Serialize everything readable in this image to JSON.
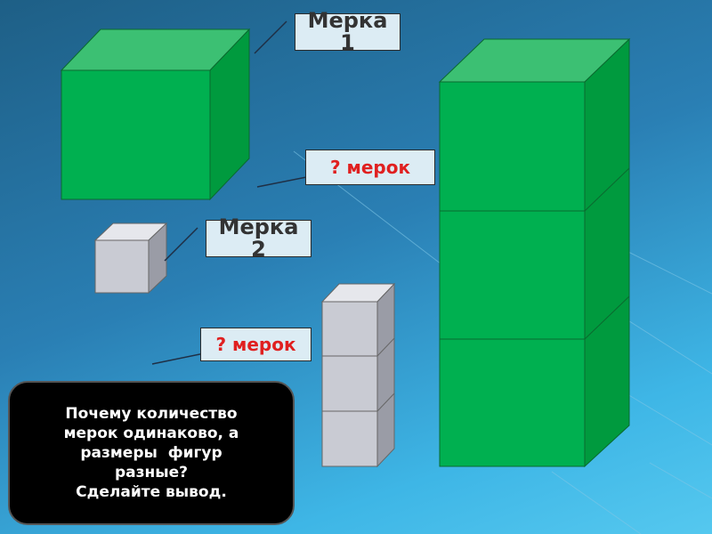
{
  "labels": {
    "measure1": [
      "Мерка",
      "1"
    ],
    "measure2": [
      "Мерка",
      "2"
    ],
    "unknown_big": "? мерок",
    "unknown_small": "? мерок"
  },
  "question": [
    "Почему количество",
    "мерок одинаково, а",
    "размеры  фигур",
    "разные?",
    "Сделайте вывод."
  ],
  "colors": {
    "green_front": "#00b050",
    "green_top": "#3cc073",
    "green_side": "#009a3e",
    "grey_front": "#c9cbd3",
    "grey_top": "#e6e7ec",
    "grey_side": "#9a9ca6",
    "label_black_text": "#333333",
    "label_red_text": "#e02020"
  }
}
